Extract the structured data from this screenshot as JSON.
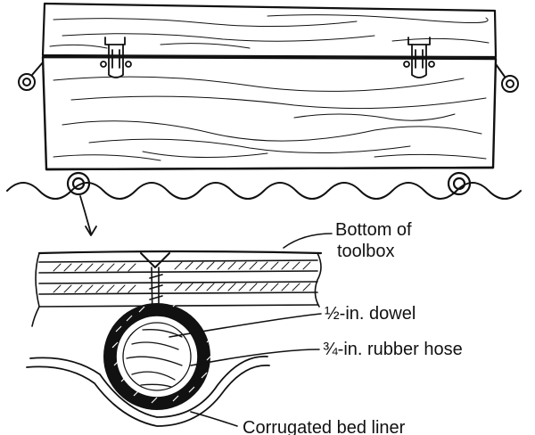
{
  "labels": {
    "bottom_line1": "Bottom of",
    "bottom_line2": "toolbox",
    "dowel": "½-in. dowel",
    "hose": "¾-in. rubber hose",
    "liner": "Corrugated bed liner"
  },
  "colors": {
    "ink": "#111111",
    "paper": "#ffffff"
  }
}
